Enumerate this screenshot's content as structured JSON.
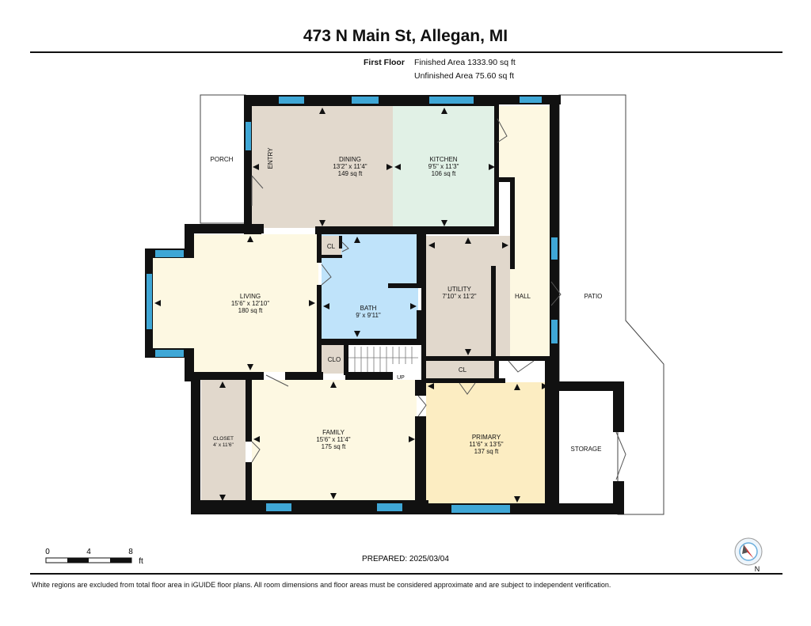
{
  "title": "473 N Main St, Allegan, MI",
  "floor_label": "First Floor",
  "finished_area": "Finished Area 1333.90 sq ft",
  "unfinished_area": "Unfinished Area 75.60 sq ft",
  "rooms": {
    "porch": "PORCH",
    "entry": "ENTRY",
    "dining": {
      "name": "DINING",
      "dims": "13'2\" x 11'4\"",
      "area": "149 sq ft"
    },
    "kitchen": {
      "name": "KITCHEN",
      "dims": "9'5\" x 11'3\"",
      "area": "106 sq ft"
    },
    "living": {
      "name": "LIVING",
      "dims": "15'6\" x 12'10\"",
      "area": "180 sq ft"
    },
    "bath": {
      "name": "BATH",
      "dims": "9' x 9'11\""
    },
    "utility": {
      "name": "UTILITY",
      "dims": "7'10\" x 11'2\""
    },
    "hall": "HALL",
    "patio": "PATIO",
    "cl1": "CL",
    "clo": "CLO",
    "up": "UP",
    "cl2": "CL",
    "closet": {
      "name": "CLOSET",
      "dims": "4' x 11'6\""
    },
    "family": {
      "name": "FAMILY",
      "dims": "15'6\" x 11'4\"",
      "area": "175 sq ft"
    },
    "primary": {
      "name": "PRIMARY",
      "dims": "11'6\" x 13'5\"",
      "area": "137 sq ft"
    },
    "storage": "STORAGE"
  },
  "scale": {
    "ticks": [
      "0",
      "4",
      "8"
    ],
    "unit": "ft"
  },
  "prepared": "PREPARED: 2025/03/04",
  "compass": "N",
  "disclaimer": "White regions are excluded from total floor area in iGUIDE floor plans. All room dimensions and floor areas must be considered approximate and are subject to independent verification.",
  "colors": {
    "wall": "#111111",
    "window": "#3fa7d6",
    "dining": "#e2d9cd",
    "kitchen": "#e1f1e6",
    "living": "#fdf8e2",
    "bath": "#bfe3fa",
    "utility": "#e1d8cc",
    "hall": "#fdf8e2",
    "family": "#fdf8e2",
    "primary": "#fcedc2",
    "closet": "#e1d8cc",
    "cl": "#e1d8cc"
  }
}
